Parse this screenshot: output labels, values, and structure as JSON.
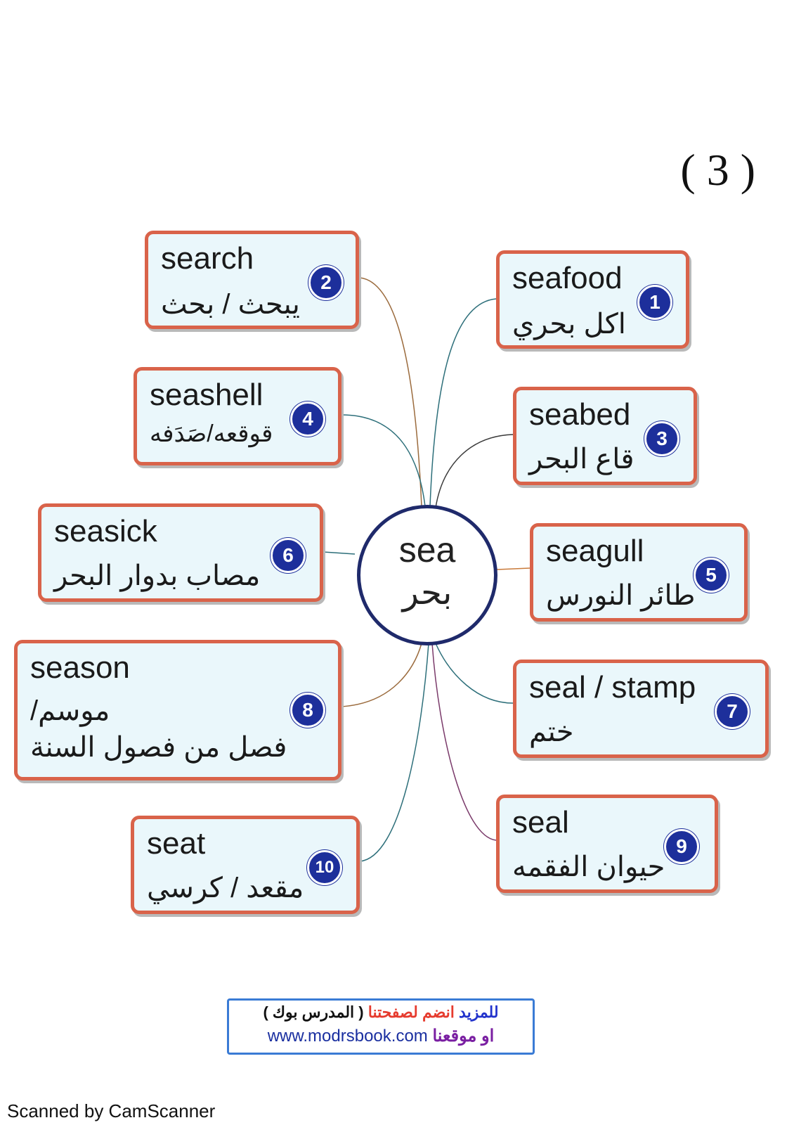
{
  "page_number": "( 3 )",
  "center": {
    "english": "sea",
    "arabic": "بحر"
  },
  "words": [
    {
      "num": "1",
      "english": "seafood",
      "arabic": "اكل بحري"
    },
    {
      "num": "2",
      "english": "search",
      "arabic": "يبحث / بحث"
    },
    {
      "num": "3",
      "english": "seabed",
      "arabic": "قاع البحر"
    },
    {
      "num": "4",
      "english": "seashell",
      "arabic": "قوقعه/صَدَفه"
    },
    {
      "num": "5",
      "english": "seagull",
      "arabic": "طائر النورس"
    },
    {
      "num": "6",
      "english": "seasick",
      "arabic": "مصاب بدوار البحر"
    },
    {
      "num": "7",
      "english": "seal / stamp",
      "arabic": "ختم"
    },
    {
      "num": "8",
      "english": "season",
      "arabic": "موسم/",
      "arabic2": "فصل من فصول السنة"
    },
    {
      "num": "9",
      "english": "seal",
      "arabic": "حيوان الفقمه"
    },
    {
      "num": "10",
      "english": "seat",
      "arabic": "مقعد / كرسي"
    }
  ],
  "banner": {
    "line1_a": "للمزيد",
    "line1_b": "انضم لصفحتنا",
    "line1_c": "( المدرس بوك )",
    "url": "www.modrsbook.com",
    "line2_b": "او موقعنا"
  },
  "footer": "Scanned by CamScanner",
  "colors": {
    "box_border": "#d9634a",
    "box_fill": "#eaf7fb",
    "badge": "#1d2f9b",
    "circle": "#1f2a6b"
  }
}
